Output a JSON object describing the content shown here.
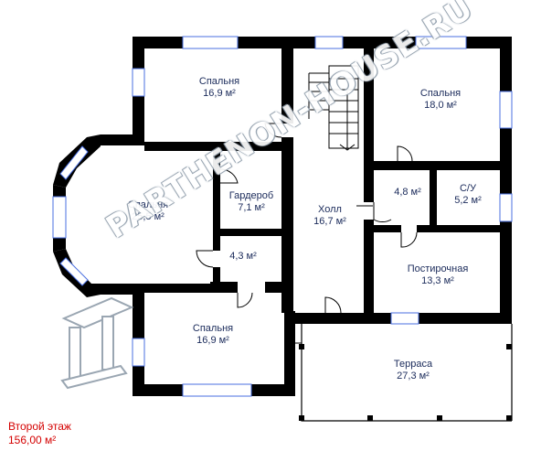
{
  "rooms": [
    {
      "id": "bedroom-top-left",
      "name": "Спальня",
      "area": "16,9 м²"
    },
    {
      "id": "bedroom-top-right",
      "name": "Спальня",
      "area": "18,0 м²"
    },
    {
      "id": "bedroom-bay",
      "name": "Спальня",
      "area": "25,5 м²"
    },
    {
      "id": "wardrobe",
      "name": "Гардероб",
      "area": "7,1 м²"
    },
    {
      "id": "hall",
      "name": "Холл",
      "area": "16,7 м²"
    },
    {
      "id": "lobby",
      "name": "",
      "area": "4,8 м²"
    },
    {
      "id": "bathroom",
      "name": "С/У",
      "area": "5,2 м²"
    },
    {
      "id": "small-room",
      "name": "",
      "area": "4,3 м²"
    },
    {
      "id": "linen-room",
      "name": "Постирочная",
      "area": "13,3 м²"
    },
    {
      "id": "bedroom-bottom",
      "name": "Спальня",
      "area": "16,9 м²"
    },
    {
      "id": "terrace",
      "name": "Терраса",
      "area": "27,3 м²"
    }
  ],
  "caption": {
    "floor": "Второй этаж",
    "total_area": "156,00 м²"
  },
  "watermark": {
    "text": "PARTHENON-HOUSE.RU"
  },
  "colors": {
    "wall": "#000000",
    "window": "#4a6fe0",
    "text": "#1a2a5a",
    "caption": "#d40000"
  }
}
